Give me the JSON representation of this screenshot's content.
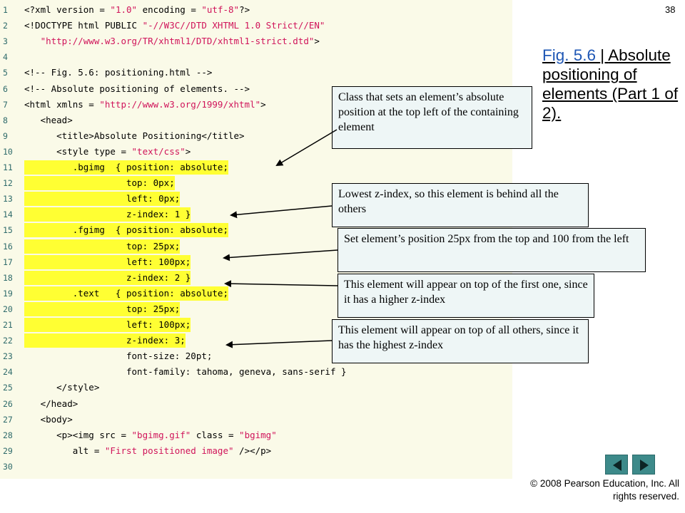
{
  "page_number": "38",
  "title": {
    "fig_label": "Fig. 5.6 ",
    "separator": "| ",
    "text": "Absolute positioning of elements (Part 1 of 2)."
  },
  "code_lines": [
    {
      "n": "1",
      "text": "<?xml version = \"1.0\" encoding = \"utf-8\"?>"
    },
    {
      "n": "2",
      "text": "<!DOCTYPE html PUBLIC \"-//W3C//DTD XHTML 1.0 Strict//EN\""
    },
    {
      "n": "3",
      "text": "   \"http://www.w3.org/TR/xhtml1/DTD/xhtml1-strict.dtd\">"
    },
    {
      "n": "4",
      "text": ""
    },
    {
      "n": "5",
      "text": "<!-- Fig. 5.6: positioning.html -->"
    },
    {
      "n": "6",
      "text": "<!-- Absolute positioning of elements. -->"
    },
    {
      "n": "7",
      "text": "<html xmlns = \"http://www.w3.org/1999/xhtml\">"
    },
    {
      "n": "8",
      "text": "   <head>"
    },
    {
      "n": "9",
      "text": "      <title>Absolute Positioning</title>"
    },
    {
      "n": "10",
      "text": "      <style type = \"text/css\">"
    },
    {
      "n": "11",
      "text": "         .bgimg  { position: absolute;",
      "hl": true
    },
    {
      "n": "12",
      "text": "                   top: 0px;",
      "hl": true
    },
    {
      "n": "13",
      "text": "                   left: 0px;",
      "hl": true
    },
    {
      "n": "14",
      "text": "                   z-index: 1 }",
      "hl": true
    },
    {
      "n": "15",
      "text": "         .fgimg  { position: absolute;",
      "hl": true
    },
    {
      "n": "16",
      "text": "                   top: 25px;",
      "hl": true
    },
    {
      "n": "17",
      "text": "                   left: 100px;",
      "hl": true
    },
    {
      "n": "18",
      "text": "                   z-index: 2 }",
      "hl": true
    },
    {
      "n": "19",
      "text": "         .text   { position: absolute;",
      "hl": true
    },
    {
      "n": "20",
      "text": "                   top: 25px;",
      "hl": true
    },
    {
      "n": "21",
      "text": "                   left: 100px;",
      "hl": true
    },
    {
      "n": "22",
      "text": "                   z-index: 3;",
      "hl": true
    },
    {
      "n": "23",
      "text": "                   font-size: 20pt;"
    },
    {
      "n": "24",
      "text": "                   font-family: tahoma, geneva, sans-serif }"
    },
    {
      "n": "25",
      "text": "      </style>"
    },
    {
      "n": "26",
      "text": "   </head>"
    },
    {
      "n": "27",
      "text": "   <body>"
    },
    {
      "n": "28",
      "text": "      <p><img src = \"bgimg.gif\" class = \"bgimg\""
    },
    {
      "n": "29",
      "text": "         alt = \"First positioned image\" /></p>"
    },
    {
      "n": "30",
      "text": ""
    }
  ],
  "callouts": {
    "c1": "Class that sets an element’s absolute position at the top left of the containing  element",
    "c2": "Lowest z-index, so this element is behind all the others",
    "c3": "Set element’s position 25px from the top and 100 from the left",
    "c4": "This element will appear on top of the first one, since it has a higher z-index",
    "c5": "This element will appear on top of all others, since it has the highest z-index"
  },
  "copyright": "© 2008 Pearson Education, Inc.  All rights reserved.",
  "colors": {
    "highlight": "#ffff33",
    "string": "#d0145a",
    "link": "#1f57b5",
    "nav": "#3d8a8a"
  },
  "icons": {
    "prev": "left-arrow-icon",
    "next": "right-arrow-icon"
  }
}
